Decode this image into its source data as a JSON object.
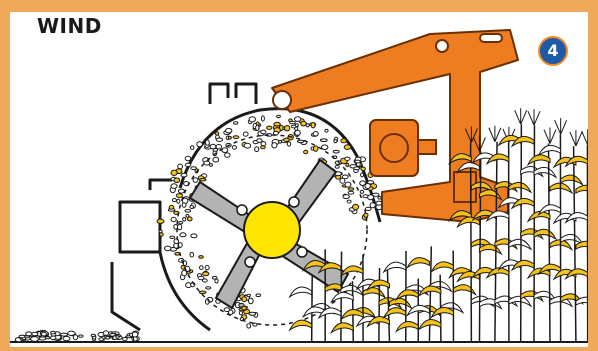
{
  "title": "WIND",
  "step_badge": "4",
  "colors": {
    "frame": "#f0a85a",
    "arm": "#ee7d22",
    "arm_outline": "#6b2f00",
    "hub": "#ffe600",
    "blades": "#b3b3b3",
    "crop_yellow": "#f4c21a",
    "badge": "#1f5aa6",
    "line": "#1a1a1a"
  },
  "icons": [
    "step-number-badge",
    "rotor-hub",
    "rotor-blade",
    "hydraulic-arm",
    "gearbox-motor",
    "corn-stalks",
    "debris-particles"
  ]
}
